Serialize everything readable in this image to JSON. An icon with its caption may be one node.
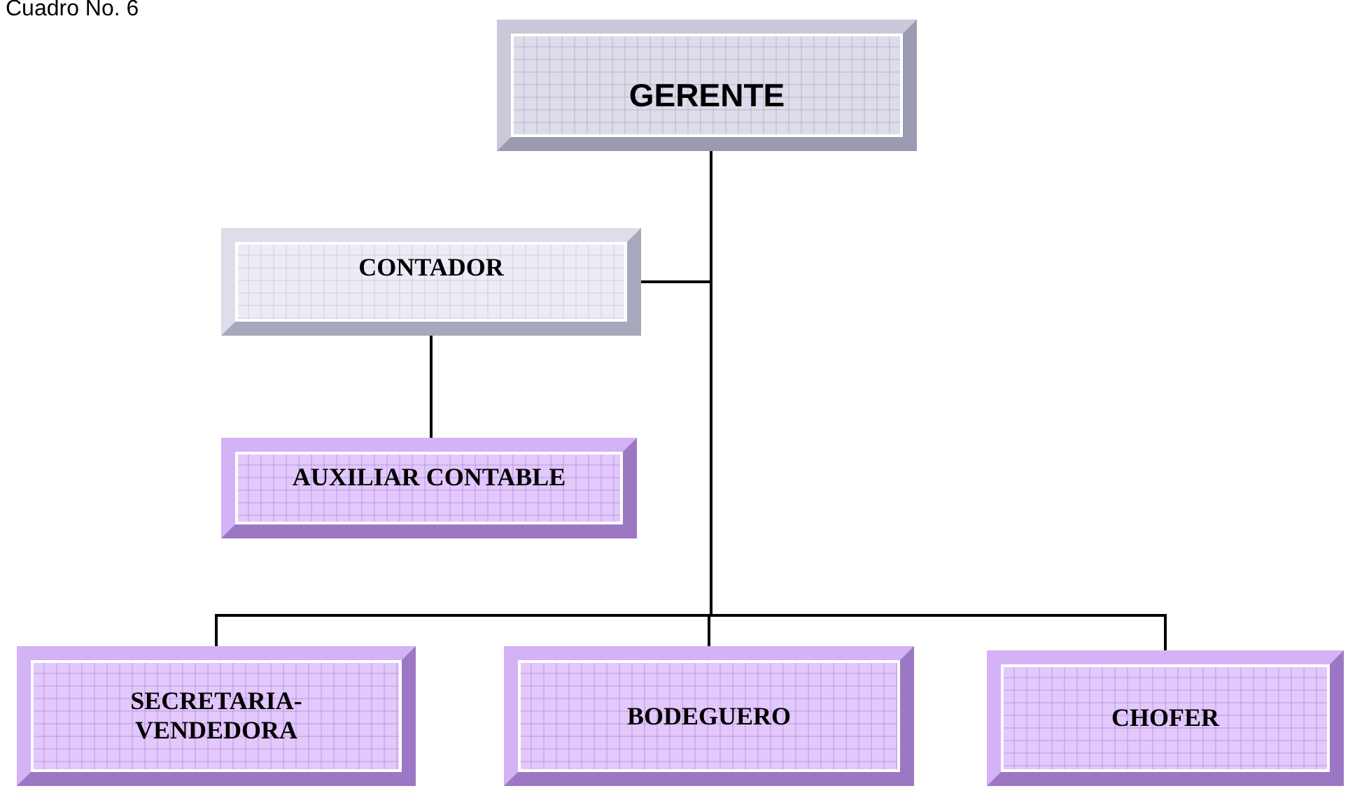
{
  "diagram": {
    "nodes": [
      {
        "text": [
          "GERENTE"
        ]
      },
      {
        "text": [
          "CONTADOR"
        ]
      },
      {
        "text": [
          "AUXILIAR CONTABLE"
        ]
      },
      {
        "text": [
          "SECRETARIA- VENDEDORA"
        ]
      },
      {
        "text": [
          "BODEGUERO"
        ]
      },
      {
        "text": [
          "CHOFER"
        ]
      }
    ],
    "edges": [
      {
        "from": 0,
        "to": 1,
        "arrow": "none"
      },
      {
        "from": 1,
        "to": 2,
        "arrow": "none"
      },
      {
        "from": 0,
        "to": 3,
        "arrow": "none"
      },
      {
        "from": 0,
        "to": 4,
        "arrow": "none"
      },
      {
        "from": 0,
        "to": 5,
        "arrow": "none"
      }
    ],
    "labels": [
      "Cuadro No. 6"
    ]
  }
}
